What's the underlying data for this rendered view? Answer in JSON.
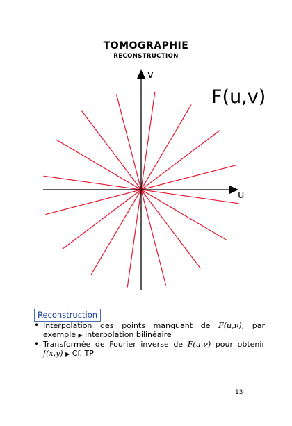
{
  "slide": {
    "title": "TOMOGRAPHIE",
    "subtitle": "RECONSTRUCTION",
    "page_number": "13"
  },
  "diagram": {
    "axis_u": "u",
    "axis_v": "v",
    "function_label": "F(u,v)",
    "line_color": "#e8142d",
    "axis_color": "#000000",
    "radial_line_count": 8
  },
  "section": {
    "header": "Reconstruction",
    "bullet1": {
      "t1": "Interpolation des points manquant de ",
      "m1": "F(u,ν)",
      "t2": ", par exemple ",
      "arrow": "▶",
      "t3": " interpolation bilinéaire"
    },
    "bullet2": {
      "t1": "Transformée de Fourier inverse de ",
      "m1": "F(u,ν)",
      "t2": " pour obtenir ",
      "m2": "f(x,y)",
      "t3": " ",
      "arrow": "▶",
      "t4": " Cf. TP"
    }
  },
  "colors": {
    "section_border": "#4a6fb5",
    "section_text": "#1a3f9b"
  }
}
